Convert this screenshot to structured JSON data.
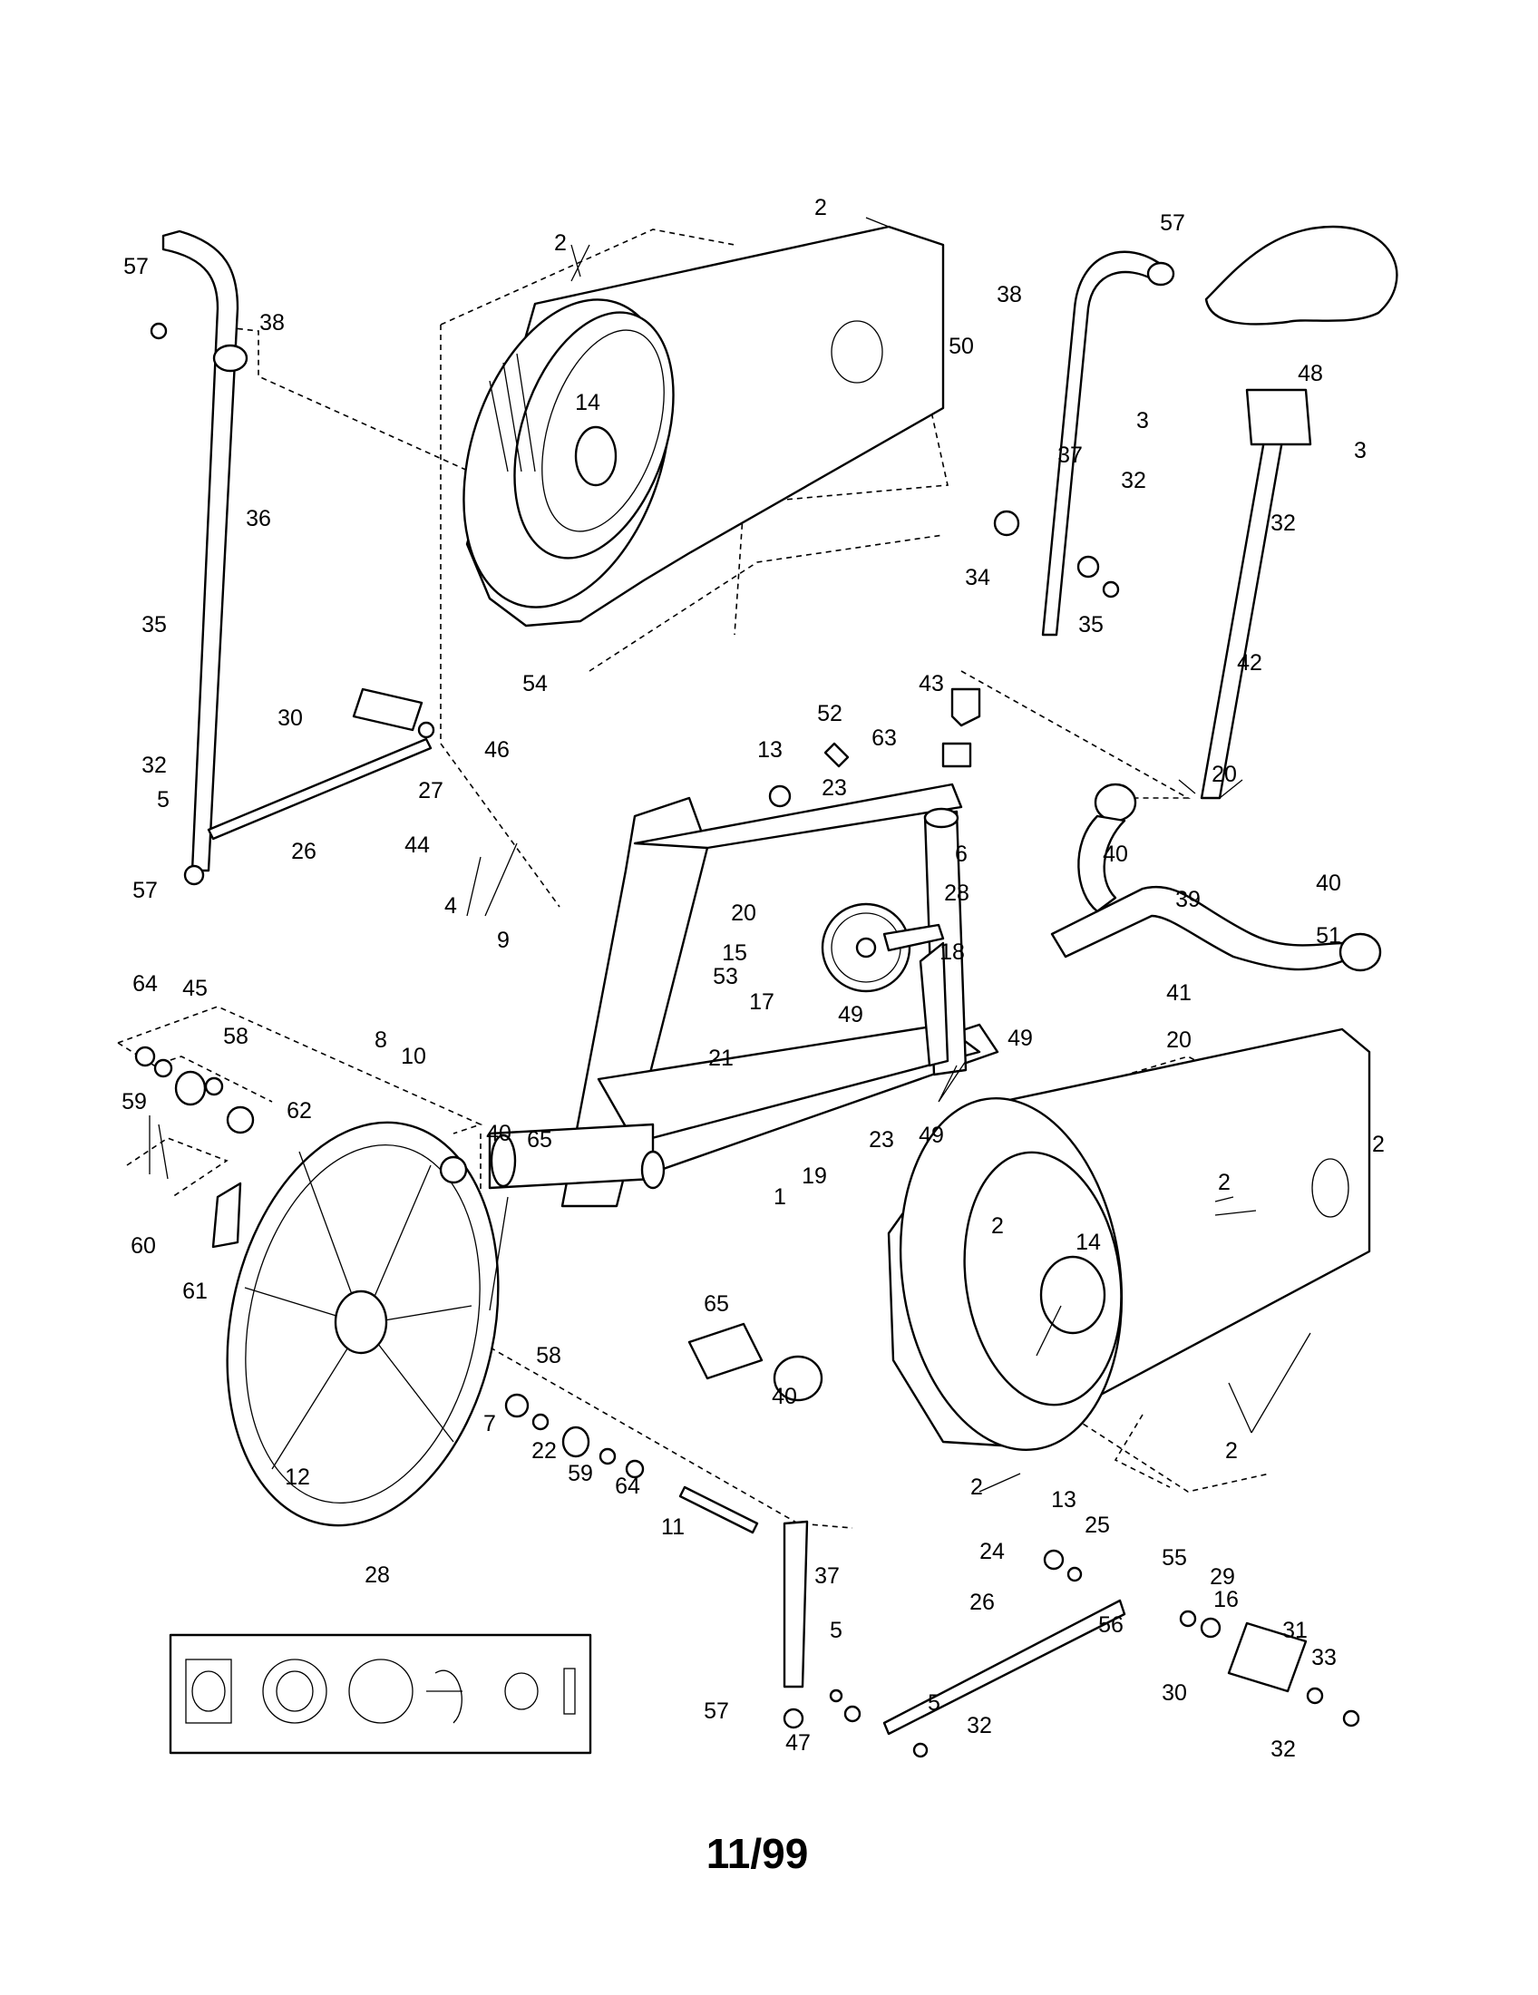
{
  "footer": {
    "date_code": "11/99"
  },
  "inset": {
    "callout": "28"
  },
  "callouts": [
    "2",
    "2",
    "57",
    "38",
    "50",
    "14",
    "57",
    "38",
    "48",
    "3",
    "3",
    "37",
    "32",
    "32",
    "36",
    "34",
    "35",
    "35",
    "42",
    "43",
    "63",
    "54",
    "52",
    "30",
    "46",
    "13",
    "23",
    "20",
    "27",
    "32",
    "40",
    "5",
    "44",
    "6",
    "28",
    "26",
    "39",
    "40",
    "57",
    "4",
    "20",
    "9",
    "18",
    "15",
    "53",
    "41",
    "20",
    "8",
    "10",
    "17",
    "49",
    "49",
    "21",
    "64",
    "45",
    "58",
    "59",
    "62",
    "51",
    "2",
    "2",
    "19",
    "23",
    "49",
    "40",
    "65",
    "1",
    "60",
    "2",
    "14",
    "61",
    "65",
    "58",
    "40",
    "7",
    "2",
    "22",
    "59",
    "64",
    "12",
    "11",
    "2",
    "13",
    "25",
    "24",
    "37",
    "55",
    "29",
    "16",
    "56",
    "26",
    "5",
    "31",
    "33",
    "5",
    "30",
    "57",
    "47",
    "32",
    "32"
  ]
}
